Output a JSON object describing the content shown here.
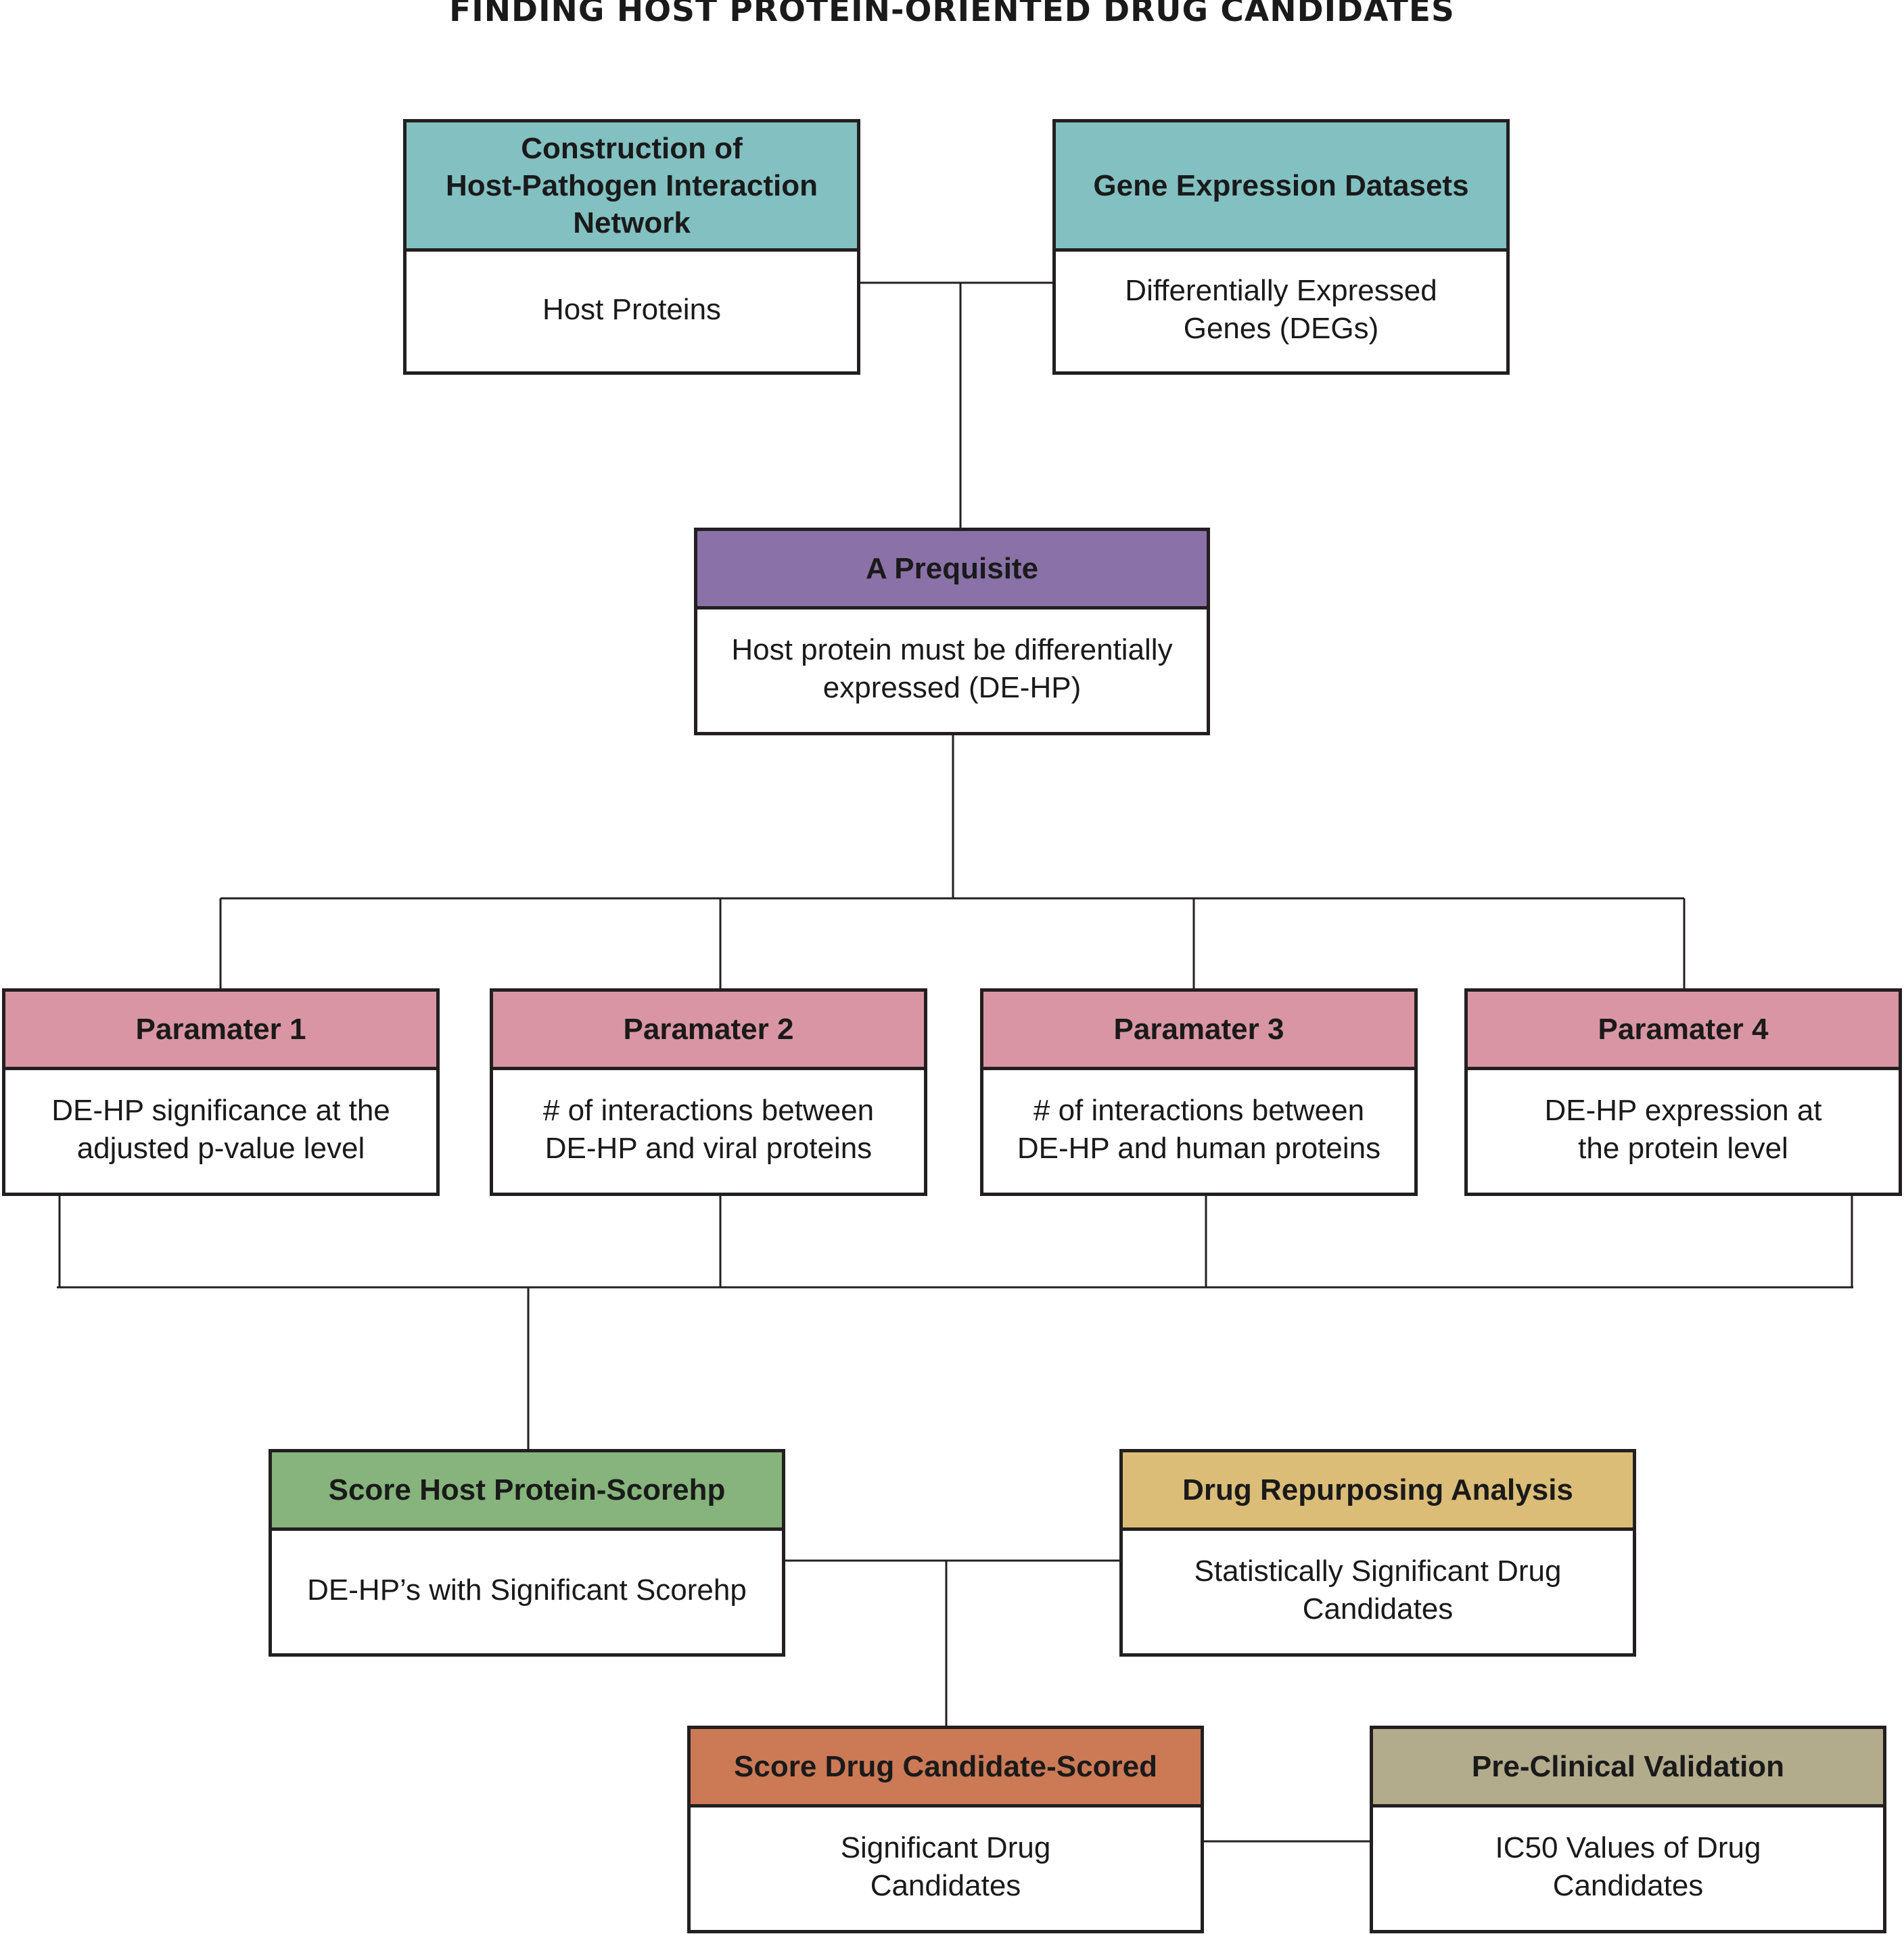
{
  "title": "FINDING HOST PROTEIN-ORIENTED DRUG CANDIDATES",
  "colors": {
    "teal": "#82c0c1",
    "purple": "#8a72a8",
    "pink": "#d995a3",
    "green": "#86b47c",
    "yellow": "#dbbd78",
    "orange": "#cc7955",
    "khaki": "#b2ab8c"
  },
  "nodes": {
    "hpi": {
      "header": "Construction of\nHost-Pathogen Interaction\nNetwork",
      "body": "Host Proteins"
    },
    "gene": {
      "header": "Gene Expression Datasets",
      "body": "Differentially Expressed\nGenes (DEGs)"
    },
    "prereq": {
      "header": "A Prequisite",
      "body": "Host protein must be differentially\nexpressed (DE-HP)"
    },
    "p1": {
      "header": "Paramater 1",
      "body": "DE-HP significance at the\nadjusted p-value level"
    },
    "p2": {
      "header": "Paramater 2",
      "body": "# of interactions between\nDE-HP and viral proteins"
    },
    "p3": {
      "header": "Paramater 3",
      "body": "# of interactions between\nDE-HP and human proteins"
    },
    "p4": {
      "header": "Paramater 4",
      "body": "DE-HP expression at\nthe protein level"
    },
    "scorehp": {
      "header": "Score Host Protein-Scorehp",
      "body": "DE-HP’s with Significant Scorehp"
    },
    "repurpose": {
      "header": "Drug Repurposing Analysis",
      "body": "Statistically Significant Drug\nCandidates"
    },
    "scored": {
      "header": "Score Drug Candidate-Scored",
      "body": "Significant Drug\nCandidates"
    },
    "preclinical": {
      "header": "Pre-Clinical Validation",
      "body": "IC50 Values of Drug\nCandidates"
    }
  }
}
